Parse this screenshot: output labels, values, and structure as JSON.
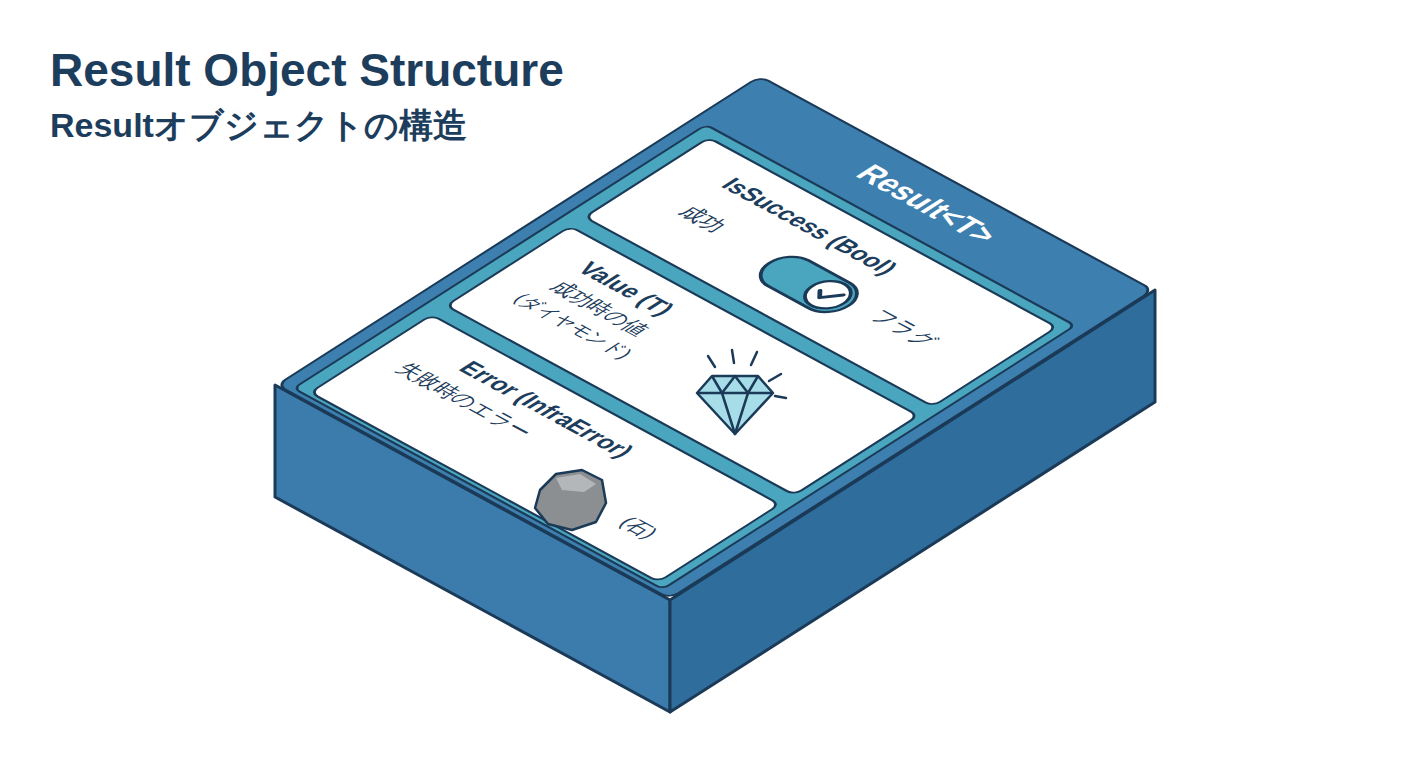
{
  "diagram": {
    "title": "Result Object Structure",
    "nodes": [
      {
        "text": [
          "Result<T>"
        ]
      },
      {
        "text": [
          "IsSuccess (Bool)",
          "成功",
          "フラグ"
        ],
        "in": 0
      },
      {
        "text": [
          "Value (T)",
          "成功時の値",
          "(ダイヤモンド)"
        ],
        "in": 0
      },
      {
        "text": [
          "Error (InfraError)",
          "失敗時のエラー",
          "(石)"
        ],
        "in": 0
      }
    ],
    "labels": [
      "Resultオブジェクトの構造"
    ]
  }
}
